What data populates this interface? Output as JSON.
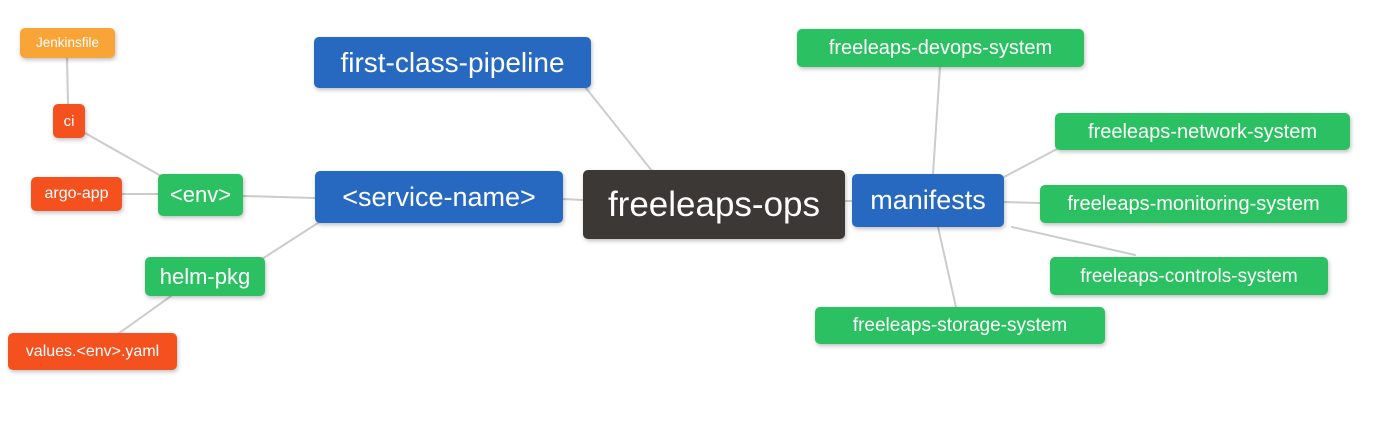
{
  "palette": {
    "blue": "#2769c1",
    "green": "#2bc162",
    "orange": "#f9a436",
    "red": "#f4511e",
    "dark": "#3b3836",
    "edge_line": "#cccccc",
    "background": "#ffffff",
    "text": "#ffffff"
  },
  "nodes": {
    "root": {
      "label": "freeleaps-ops",
      "color": "dark"
    },
    "first_class_pipeline": {
      "label": "first-class-pipeline",
      "color": "blue"
    },
    "service_name": {
      "label": "<service-name>",
      "color": "blue"
    },
    "manifests": {
      "label": "manifests",
      "color": "blue"
    },
    "env": {
      "label": "<env>",
      "color": "green"
    },
    "helm_pkg": {
      "label": "helm-pkg",
      "color": "green"
    },
    "ci": {
      "label": "ci",
      "color": "red"
    },
    "argo_app": {
      "label": "argo-app",
      "color": "red"
    },
    "jenkinsfile": {
      "label": "Jenkinsfile",
      "color": "orange"
    },
    "values_env_yaml": {
      "label": "values.<env>.yaml",
      "color": "red"
    },
    "devops_system": {
      "label": "freeleaps-devops-system",
      "color": "green"
    },
    "network_system": {
      "label": "freeleaps-network-system",
      "color": "green"
    },
    "monitoring_system": {
      "label": "freeleaps-monitoring-system",
      "color": "green"
    },
    "controls_system": {
      "label": "freeleaps-controls-system",
      "color": "green"
    },
    "storage_system": {
      "label": "freeleaps-storage-system",
      "color": "green"
    }
  },
  "edges": [
    {
      "from": "jenkinsfile",
      "to": "ci"
    },
    {
      "from": "ci",
      "to": "env"
    },
    {
      "from": "argo_app",
      "to": "env"
    },
    {
      "from": "env",
      "to": "service_name"
    },
    {
      "from": "helm_pkg",
      "to": "service_name"
    },
    {
      "from": "values_env_yaml",
      "to": "helm_pkg"
    },
    {
      "from": "first_class_pipeline",
      "to": "root"
    },
    {
      "from": "service_name",
      "to": "root"
    },
    {
      "from": "root",
      "to": "manifests"
    },
    {
      "from": "manifests",
      "to": "devops_system"
    },
    {
      "from": "manifests",
      "to": "network_system"
    },
    {
      "from": "manifests",
      "to": "monitoring_system"
    },
    {
      "from": "manifests",
      "to": "controls_system"
    },
    {
      "from": "manifests",
      "to": "storage_system"
    }
  ]
}
